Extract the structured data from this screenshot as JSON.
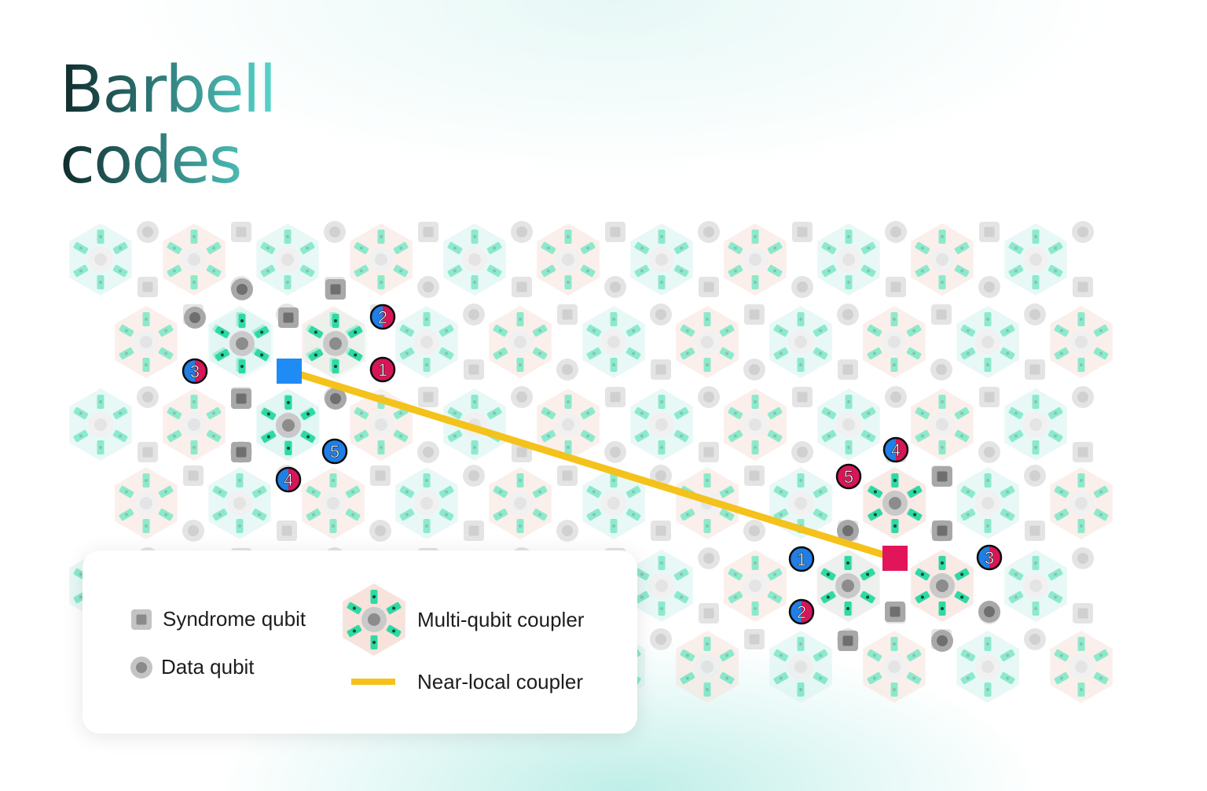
{
  "title": {
    "line1": "Barbell",
    "line2": "codes"
  },
  "legend": {
    "syndrome": "Syndrome qubit",
    "data": "Data qubit",
    "coupler": "Multi-qubit coupler",
    "near_local": "Near-local coupler"
  },
  "highlight": {
    "left_square_color": "#1f8cf5",
    "right_square_color": "#e2155a",
    "link_color": "#f4c21a",
    "left_badges": [
      "1",
      "2",
      "3",
      "4",
      "5"
    ],
    "right_badges": [
      "1",
      "2",
      "3",
      "4",
      "5"
    ]
  },
  "colors": {
    "hex_teal": "#d7f3ef",
    "hex_peach": "#f7e3dc",
    "qubit_gray": "#9e9e9e",
    "faded_qubit": "#e4e4e4",
    "badge_red": "#d9155a",
    "badge_blue": "#1f7fe6",
    "coupler_green": "#30d9a4"
  }
}
